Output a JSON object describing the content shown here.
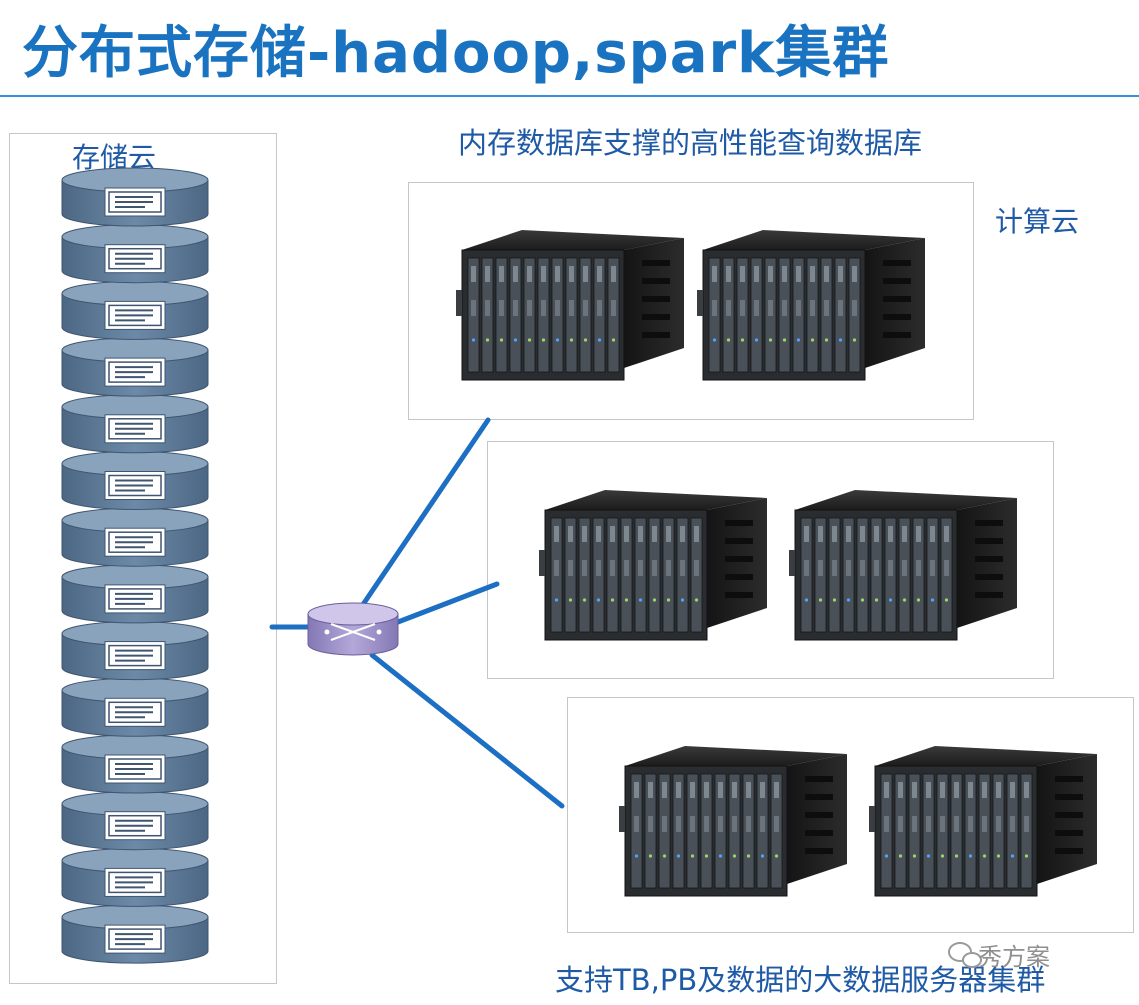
{
  "title": "分布式存储-hadoop,spark集群",
  "storage_label": "存储云",
  "top_caption": "内存数据库支撑的高性能查询数据库",
  "compute_label": "计算云",
  "bottom_caption": "支持TB,PB及数据的大数据服务器集群",
  "watermark": "秀方案",
  "icons": {
    "storage_disk": "database-disk-icon",
    "router": "network-router-icon",
    "server": "blade-server-chassis-icon"
  },
  "colors": {
    "title": "#1a73c0",
    "caption": "#1f5aa6",
    "link": "#1c6fc2",
    "disk": "#5a7898",
    "router": "#9b8fc4"
  },
  "storage_disk_count": 14
}
